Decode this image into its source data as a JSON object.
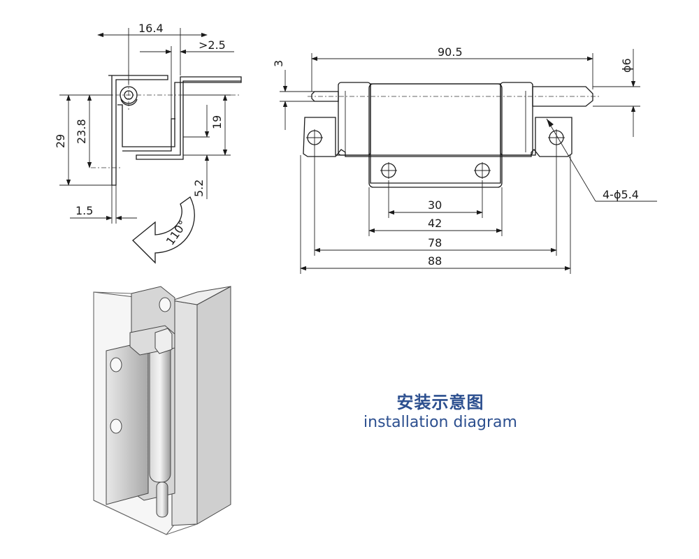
{
  "caption": {
    "zh": "安装示意图",
    "en": "installation diagram"
  },
  "dimensions": {
    "side_view": {
      "width": "16.4",
      "gap": ">2.5",
      "height_total": "29",
      "height_inner": "23.8",
      "height_19": "19",
      "offset": "5.2",
      "thickness": "1.5",
      "opening_angle": "110°"
    },
    "front_view": {
      "pin_offset": "3",
      "overall_length": "90.5",
      "pin_diameter": "ϕ6",
      "holes": "4-ϕ5.4",
      "hole_spacing_inner": "30",
      "leaf_width": "42",
      "hole_spacing_outer": "78",
      "base_length": "88"
    }
  },
  "colors": {
    "caption": "#2c4f8f",
    "line": "#1a1a1a"
  },
  "icons": [
    "rotation-arrow-icon"
  ]
}
